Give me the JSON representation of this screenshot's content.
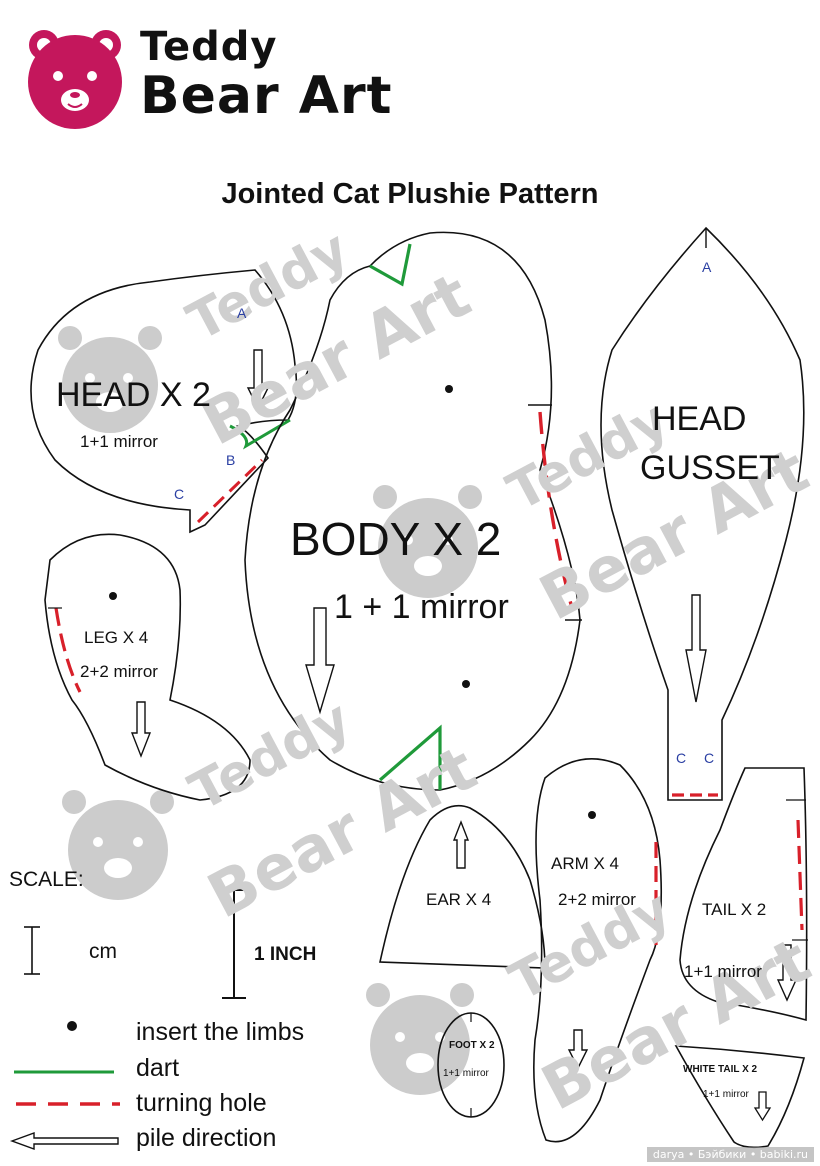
{
  "logo": {
    "line1": "Teddy",
    "line2": "Bear Art",
    "bear_color": "#c4175c"
  },
  "title": "Jointed Cat Plushie Pattern",
  "watermark": {
    "line1": "Teddy",
    "line2": "Bear Art"
  },
  "pieces": {
    "head": {
      "label": "HEAD X 2",
      "note": "1+1 mirror",
      "points": [
        "A",
        "B",
        "C"
      ]
    },
    "body": {
      "label": "BODY X 2",
      "note": "1 + 1 mirror"
    },
    "head_gusset": {
      "label_1": "HEAD",
      "label_2": "GUSSET",
      "points": [
        "A",
        "C",
        "C"
      ]
    },
    "leg": {
      "label": "LEG X 4",
      "note": "2+2 mirror"
    },
    "ear": {
      "label": "EAR X 4"
    },
    "arm": {
      "label": "ARM X  4",
      "note": "2+2 mirror"
    },
    "tail": {
      "label": "TAIL X 2",
      "note": "1+1 mirror"
    },
    "foot": {
      "label": "FOOT X 2",
      "note": "1+1 mirror"
    },
    "white_tail": {
      "label": "WHITE TAIL X 2",
      "note": "1+1 mirror"
    }
  },
  "scale": {
    "label": "SCALE:",
    "cm": "cm",
    "inch": "1 INCH"
  },
  "legend": [
    {
      "symbol": "dot",
      "text": "insert the limbs"
    },
    {
      "symbol": "green-line",
      "text": "dart"
    },
    {
      "symbol": "red-dash",
      "text": "turning hole"
    },
    {
      "symbol": "arrow",
      "text": "pile direction"
    }
  ],
  "colors": {
    "dart": "#1f9a3a",
    "turning_hole": "#d8202a",
    "point_letters": "#2a3fa3",
    "watermark": "#cfcfcf"
  },
  "credit": "darya • Бэйбики • babiki.ru"
}
